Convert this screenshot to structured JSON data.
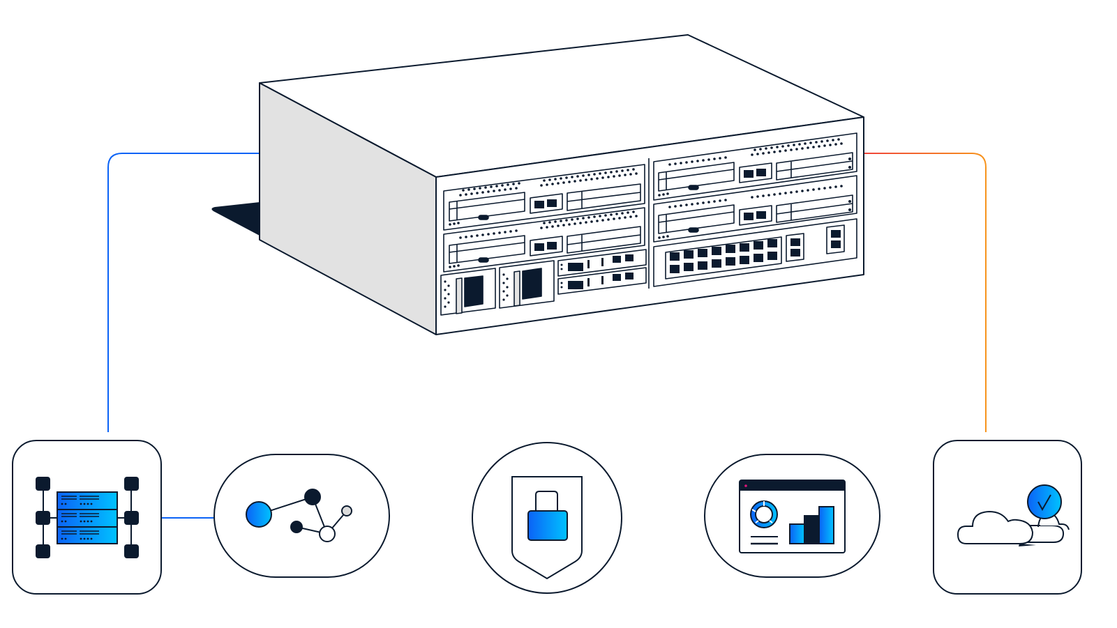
{
  "diagram": {
    "title": "",
    "colors": {
      "ink": "#0b1a2e",
      "side_panel": "#e2e2e2",
      "blue_start": "#0b63f6",
      "blue_end": "#00c2ff",
      "purple": "#8a5cd6",
      "magenta": "#d62e8f",
      "orange_red": "#f0513a",
      "orange": "#f7941d",
      "light_gray_node": "#dcdcdc"
    },
    "center_device": {
      "name": "network-security-appliance-chassis",
      "icon": "server-chassis-icon"
    },
    "nodes": [
      {
        "id": "data-center",
        "icon": "server-rack-icon",
        "shape": "rounded-square"
      },
      {
        "id": "network-graph",
        "icon": "network-nodes-icon",
        "shape": "pill"
      },
      {
        "id": "security",
        "icon": "shield-lock-icon",
        "shape": "circle"
      },
      {
        "id": "analytics",
        "icon": "dashboard-chart-icon",
        "shape": "pill"
      },
      {
        "id": "cloud",
        "icon": "cloud-check-icon",
        "shape": "rounded-square"
      }
    ],
    "connections": [
      {
        "from": "center_device",
        "to": "data-center",
        "color": "blue"
      },
      {
        "from": "data-center",
        "to": "network-graph",
        "color": "blue"
      },
      {
        "from": "network-graph",
        "to": "security",
        "color": "cyan"
      },
      {
        "from": "security",
        "to": "analytics",
        "color": "purple-magenta"
      },
      {
        "from": "analytics",
        "to": "cloud",
        "color": "orange-red"
      },
      {
        "from": "center_device",
        "to": "cloud",
        "color": "orange"
      }
    ]
  }
}
